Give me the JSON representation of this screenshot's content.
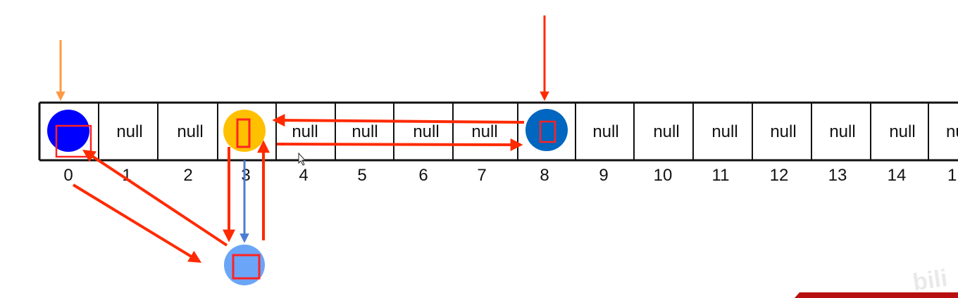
{
  "array": {
    "cells": [
      "",
      "null",
      "null",
      "",
      "null",
      "null",
      "null",
      "null",
      "",
      "null",
      "null",
      "null",
      "null",
      "null",
      "null",
      "nu"
    ],
    "indices": [
      "0",
      "1",
      "2",
      "3",
      "4",
      "5",
      "6",
      "7",
      "8",
      "9",
      "10",
      "11",
      "12",
      "13",
      "14",
      "1"
    ]
  },
  "colors": {
    "node_blue": "#0000ff",
    "node_orange": "#ffc000",
    "node_darkblue": "#0066bf",
    "node_lightblue": "#6ba5f7",
    "arrow_red": "#ff2a00",
    "arrow_orange": "#ff9944",
    "arrow_blue": "#4d7bd1",
    "box_red": "#ff2222",
    "banner_red": "#b81010"
  },
  "watermark_icon": "bilibili-logo-icon"
}
